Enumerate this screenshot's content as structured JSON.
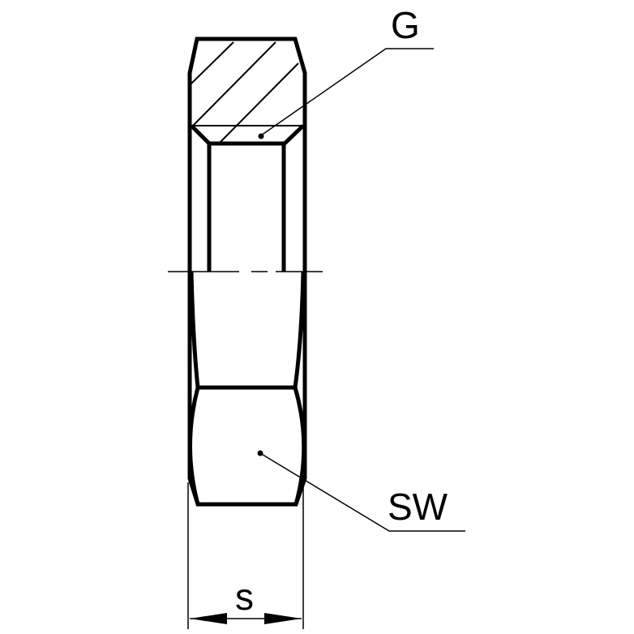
{
  "labels": {
    "thread": "G",
    "wrench_size": "SW",
    "width_dim": "s"
  },
  "colors": {
    "line": "#000000",
    "background": "#ffffff"
  }
}
